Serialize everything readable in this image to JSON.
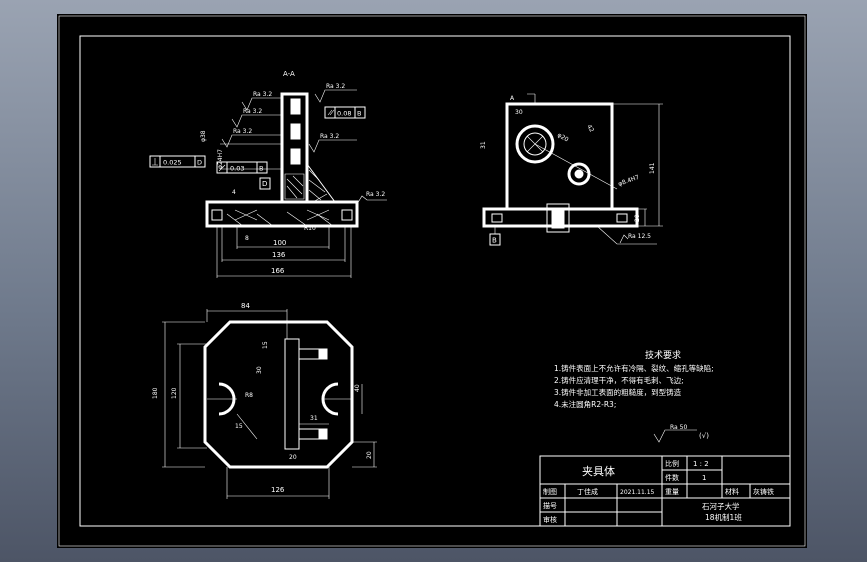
{
  "section_title": "A-A",
  "side_view_label": "A",
  "roughness": [
    "Ra 3.2",
    "Ra 3.2",
    "Ra 3.2",
    "Ra 3.2",
    "Ra 3.2",
    "Ra 12.5",
    "Ra 50"
  ],
  "roughness_general": "(√)",
  "tolerances": {
    "parallel": {
      "value": "0.08",
      "datum": "B"
    },
    "perpendicular": {
      "value": "0.025",
      "datum": "D"
    },
    "flatness": {
      "value": "0.03",
      "datum": "B"
    }
  },
  "datums": [
    "D",
    "B"
  ],
  "diameters": [
    "φ38",
    "φ24H7",
    "φ20",
    "φ8.4H7"
  ],
  "front_dims": [
    "100",
    "136",
    "166",
    "4",
    "8",
    "R10"
  ],
  "side_dims": [
    "30",
    "31",
    "42",
    "141",
    "20"
  ],
  "plan_dims": [
    "84",
    "180",
    "120",
    "30",
    "15",
    "15",
    "31",
    "20",
    "20",
    "126",
    "40",
    "R8"
  ],
  "tech_req": {
    "title": "技术要求",
    "items": [
      "1.铸件表面上不允许有冷隔、裂纹、缩孔等缺陷;",
      "2.铸件应清理干净，不得有毛刺、飞边;",
      "3.铸件非加工表面的粗糙度，到型铸造",
      "4.未注圆角R2-R3;"
    ]
  },
  "title_block": {
    "name": "夹具体",
    "scale_label": "比例",
    "scale": "1 : 2",
    "qty_label": "件数",
    "qty": "1",
    "weight_label": "重量",
    "material_label": "材料",
    "material": "灰铸铁",
    "drawn_label": "制图",
    "drawn_by": "丁佳成",
    "date": "2021.11.15",
    "design_label": "描号",
    "check_label": "审核",
    "school": "石河子大学",
    "class": "18机制1班"
  }
}
